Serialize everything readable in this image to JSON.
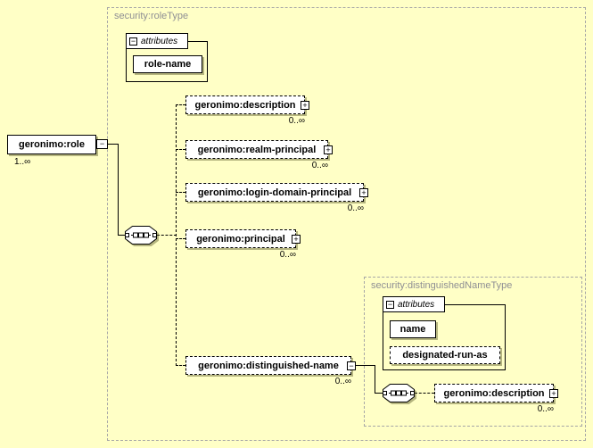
{
  "colors": {
    "canvas_bg": "#FFFFC6",
    "region_border": "#A6A6A6",
    "region_label": "#8F8F94"
  },
  "icons": {
    "collapse": "−",
    "expand": "+"
  },
  "root": {
    "label": "geronimo:role",
    "cardinality": "1..∞"
  },
  "roleType": {
    "region_label": "security:roleType",
    "attributes_header": "attributes",
    "attributes": [
      {
        "label": "role-name"
      }
    ],
    "compositor": "sequence",
    "children": [
      {
        "label": "geronimo:description",
        "cardinality": "0..∞",
        "toggle": "+"
      },
      {
        "label": "geronimo:realm-principal",
        "cardinality": "0..∞",
        "toggle": "+"
      },
      {
        "label": "geronimo:login-domain-principal",
        "cardinality": "0..∞",
        "toggle": "+"
      },
      {
        "label": "geronimo:principal",
        "cardinality": "0..∞",
        "toggle": "+"
      },
      {
        "label": "geronimo:distinguished-name",
        "cardinality": "0..∞",
        "toggle": "−"
      }
    ]
  },
  "distinguishedNameType": {
    "region_label": "security:distinguishedNameType",
    "attributes_header": "attributes",
    "attributes": [
      {
        "label": "name"
      },
      {
        "label": "designated-run-as"
      }
    ],
    "compositor": "sequence",
    "children": [
      {
        "label": "geronimo:description",
        "cardinality": "0..∞",
        "toggle": "+"
      }
    ]
  }
}
